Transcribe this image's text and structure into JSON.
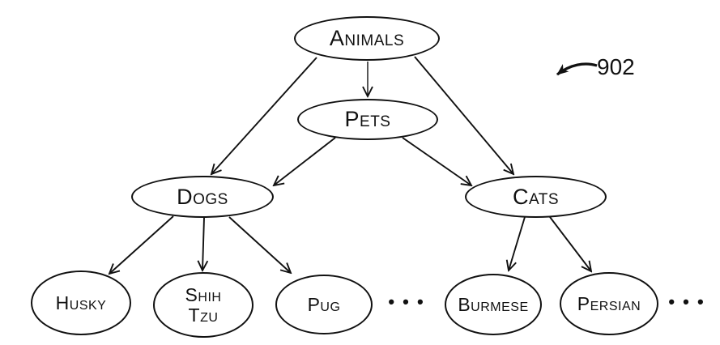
{
  "figure": {
    "type": "hierarchy-tree-diagram",
    "reference_label": "902",
    "background_color": "#ffffff",
    "line_color": "#111111"
  },
  "nodes": {
    "animals": {
      "label": "Animals",
      "level": 0
    },
    "pets": {
      "label": "Pets",
      "level": 1
    },
    "dogs": {
      "label": "Dogs",
      "level": 2
    },
    "cats": {
      "label": "Cats",
      "level": 2
    },
    "husky": {
      "label": "Husky",
      "level": 3
    },
    "shih_tzu": {
      "label": "Shih Tzu",
      "level": 3
    },
    "pug": {
      "label": "Pug",
      "level": 3
    },
    "burmese": {
      "label": "Burmese",
      "level": 3
    },
    "persian": {
      "label": "Persian",
      "level": 3
    }
  },
  "ellipsis": {
    "dogs_more": "• • •",
    "cats_more": "• • •"
  },
  "edges": [
    {
      "from": "animals",
      "to": "pets"
    },
    {
      "from": "animals",
      "to": "dogs"
    },
    {
      "from": "animals",
      "to": "cats"
    },
    {
      "from": "pets",
      "to": "dogs"
    },
    {
      "from": "pets",
      "to": "cats"
    },
    {
      "from": "dogs",
      "to": "husky"
    },
    {
      "from": "dogs",
      "to": "shih_tzu"
    },
    {
      "from": "dogs",
      "to": "pug"
    },
    {
      "from": "cats",
      "to": "burmese"
    },
    {
      "from": "cats",
      "to": "persian"
    }
  ]
}
